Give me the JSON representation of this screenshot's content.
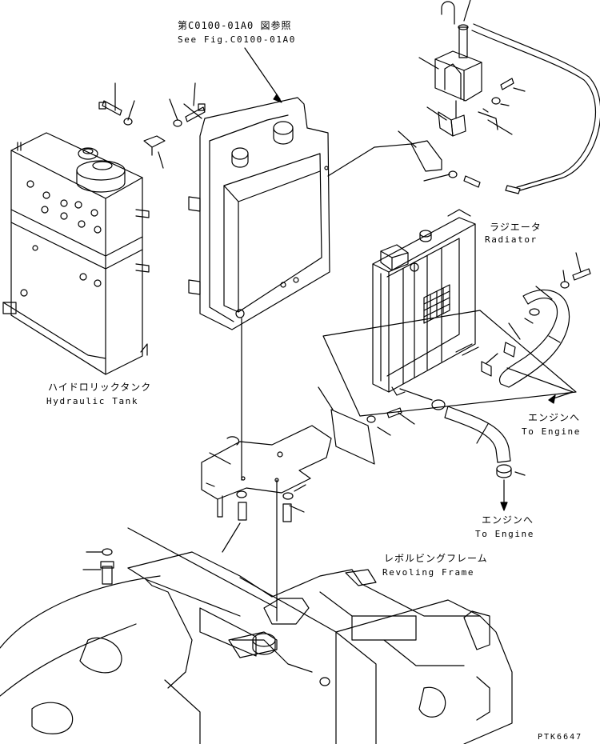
{
  "labels": {
    "see_fig_jp": "第C0100-01A0 図参照",
    "see_fig_en": "See Fig.C0100-01A0",
    "radiator_jp": "ラジエータ",
    "radiator_en": "Radiator",
    "hydraulic_tank_jp": "ハイドロリックタンク",
    "hydraulic_tank_en": "Hydraulic Tank",
    "to_engine_upper_jp": "エンジンへ",
    "to_engine_upper_en": "To Engine",
    "to_engine_lower_jp": "エンジンへ",
    "to_engine_lower_en": "To Engine",
    "revolving_frame_jp": "レボルビングフレーム",
    "revolving_frame_en": "Revoling Frame",
    "drawing_code": "PTK6647"
  }
}
